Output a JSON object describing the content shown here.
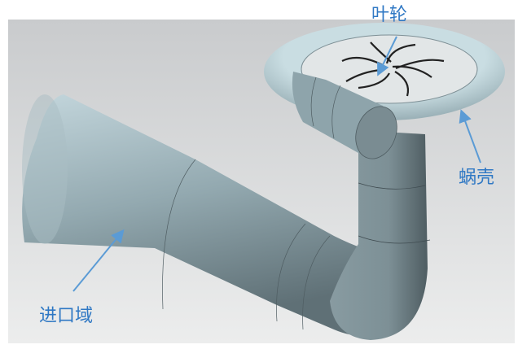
{
  "labels": {
    "impeller": "叶轮",
    "volute": "蜗壳",
    "inlet_domain": "进口域"
  },
  "colors": {
    "label": "#2f78c4",
    "arrow": "#5b9bd5",
    "body": "#9fb6bd",
    "background": "#d6d8da"
  }
}
